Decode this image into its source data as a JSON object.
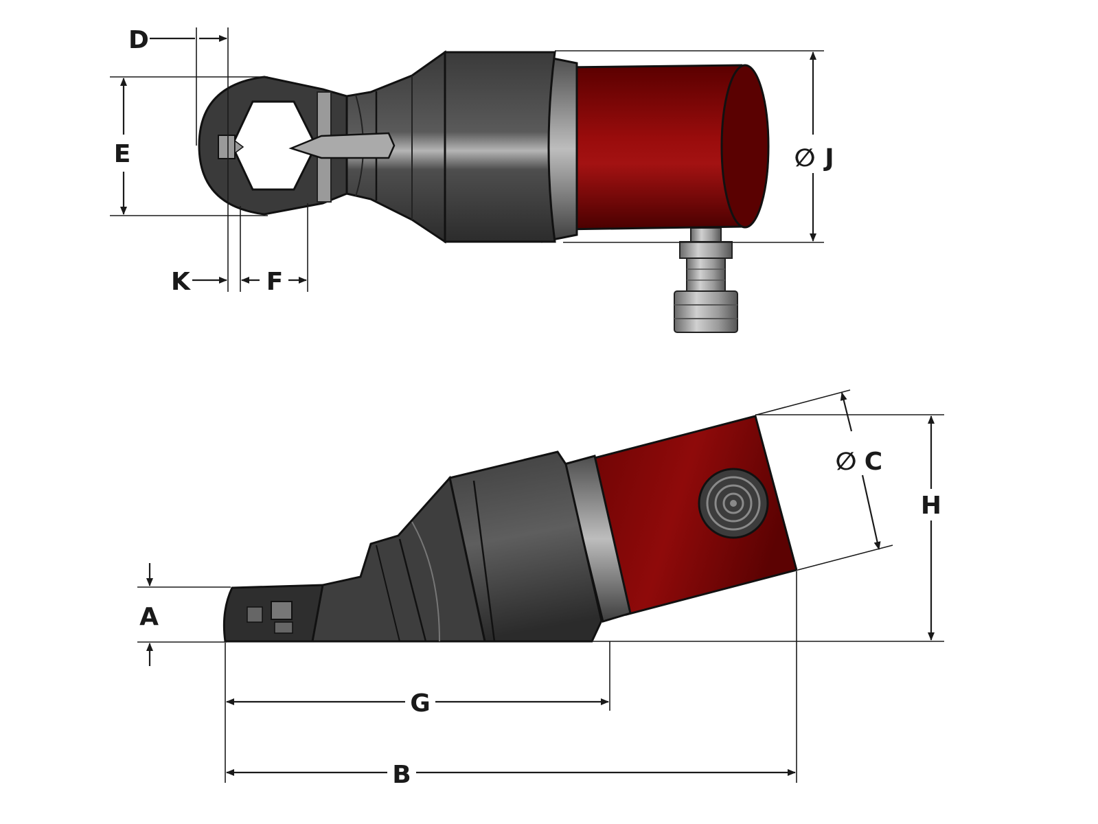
{
  "diagram": {
    "dimensions": {
      "a": "A",
      "b": "B",
      "c": "C",
      "d": "D",
      "e": "E",
      "f": "F",
      "g": "G",
      "h": "H",
      "j": "J",
      "k": "K"
    },
    "diameter_symbol": "∅",
    "colors": {
      "body_red": "#8a0a0a",
      "steel_dark": "#3c3c3c",
      "steel_mid": "#6e6e6e",
      "steel_light": "#b8b8b8",
      "line": "#1a1a1a"
    }
  }
}
